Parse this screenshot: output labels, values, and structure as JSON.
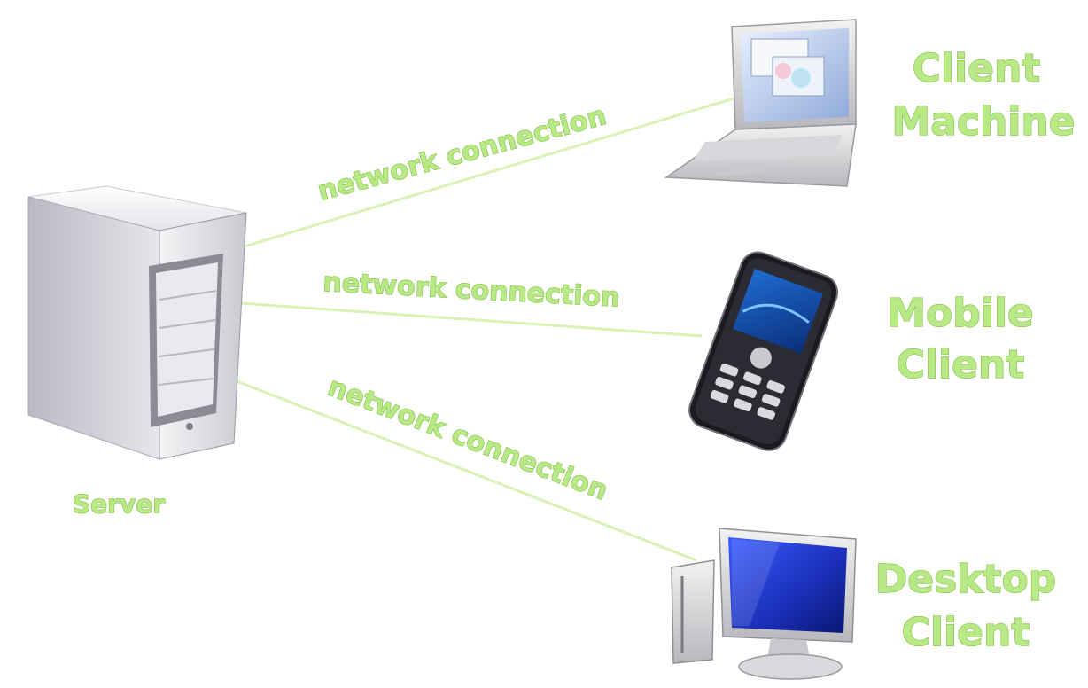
{
  "server": {
    "label": "Server"
  },
  "connections": [
    {
      "label": "network connection",
      "target": "Client Machine"
    },
    {
      "label": "network connection",
      "target": "Mobile Client"
    },
    {
      "label": "network connection",
      "target": "Desktop Client"
    }
  ],
  "clients": [
    {
      "line1": "Client",
      "line2": "Machine",
      "icon": "laptop-icon"
    },
    {
      "line1": "Mobile",
      "line2": "Client",
      "icon": "mobile-phone-icon"
    },
    {
      "line1": "Desktop",
      "line2": "Client",
      "icon": "desktop-computer-icon"
    }
  ],
  "colors": {
    "label": "#b8e986",
    "line": "#d9f2b6",
    "screen": "#1a3cd6"
  }
}
